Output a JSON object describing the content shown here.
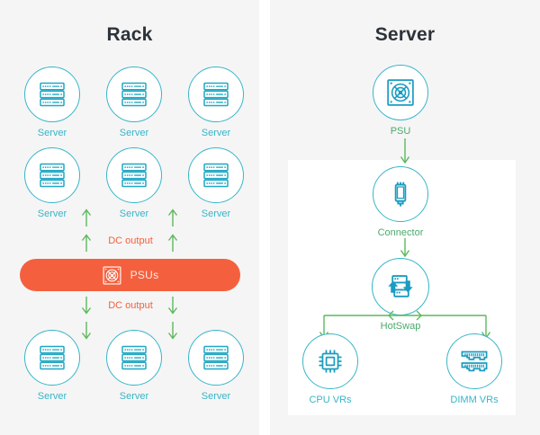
{
  "colors": {
    "panel_bg": "#f5f5f5",
    "page_bg": "#ffffff",
    "plate_bg": "#ffffff",
    "teal": "#37b5c8",
    "teal_dark": "#1a9cc0",
    "orange": "#f4603e",
    "green": "#5cb85c",
    "title": "#2d3339",
    "psu_label": "#ffe9e2"
  },
  "rack": {
    "title": "Rack",
    "servers_top": [
      {
        "label": "Server",
        "icon": "server-icon"
      },
      {
        "label": "Server",
        "icon": "server-icon"
      },
      {
        "label": "Server",
        "icon": "server-icon"
      }
    ],
    "servers_middle": [
      {
        "label": "Server",
        "icon": "server-icon"
      },
      {
        "label": "Server",
        "icon": "server-icon"
      },
      {
        "label": "Server",
        "icon": "server-icon"
      }
    ],
    "servers_bottom": [
      {
        "label": "Server",
        "icon": "server-icon"
      },
      {
        "label": "Server",
        "icon": "server-icon"
      },
      {
        "label": "Server",
        "icon": "server-icon"
      }
    ],
    "psu_bar": {
      "label": "PSUs",
      "icon": "psu-fan-icon"
    },
    "dc_output_up": "DC output",
    "dc_output_down": "DC output"
  },
  "server": {
    "title": "Server",
    "nodes": {
      "psu": {
        "label": "PSU",
        "icon": "psu-fan-icon"
      },
      "connector": {
        "label": "Connector",
        "icon": "connector-icon"
      },
      "hotswap": {
        "label": "HotSwap",
        "icon": "hotswap-icon"
      },
      "cpu_vrs": {
        "label": "CPU VRs",
        "icon": "cpu-chip-icon"
      },
      "dimm_vrs": {
        "label": "DIMM VRs",
        "icon": "dimm-module-icon"
      }
    }
  }
}
